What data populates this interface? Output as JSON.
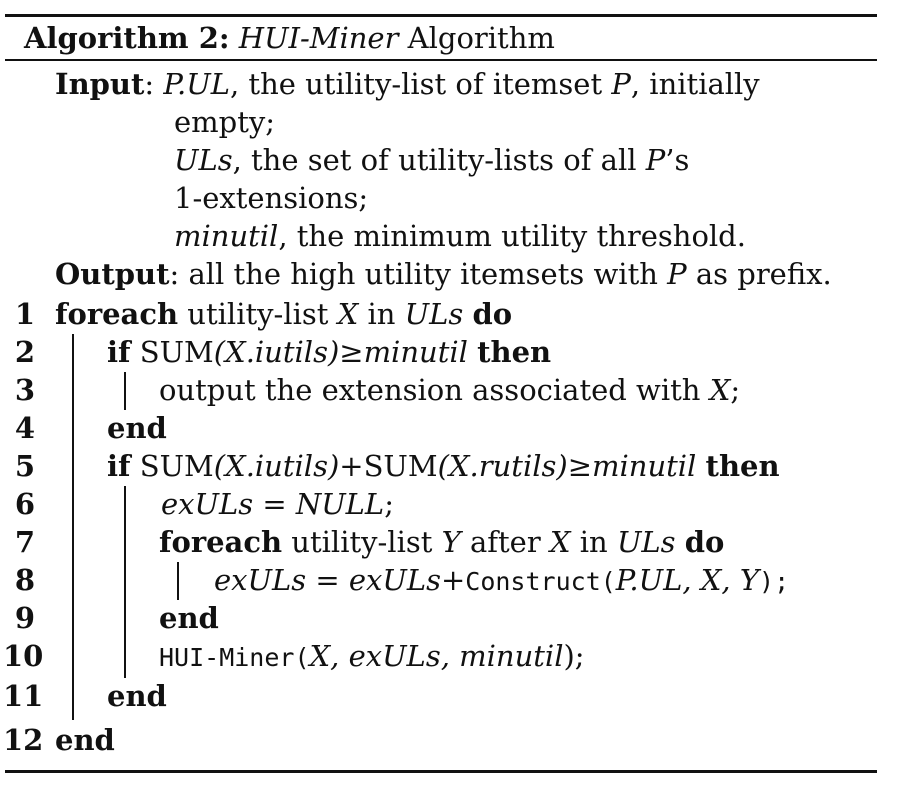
{
  "algorithm": {
    "label": "Algorithm 2:",
    "name": "HUI-Miner",
    "title_suffix": "Algorithm"
  },
  "input": {
    "label": "Input",
    "lines": [
      {
        "pre": ": ",
        "var": "P.UL",
        "post": ", the utility-list of itemset ",
        "var2": "P",
        "post2": ", initially"
      },
      {
        "text": "empty;"
      },
      {
        "var": "ULs",
        "post": ", the set of utility-lists of all ",
        "var2": "P",
        "post2": "’s"
      },
      {
        "text": "1-extensions;"
      },
      {
        "var": "minutil",
        "post": ", the minimum utility threshold."
      }
    ]
  },
  "output": {
    "label": "Output",
    "text_a": ": all the high utility itemsets with ",
    "var": "P",
    "text_b": " as prefix."
  },
  "lines": [
    {
      "n": "1",
      "kw1": "foreach",
      "t1": " utility-list ",
      "v1": "X",
      "t2": " in ",
      "v2": "ULs",
      "t3": " ",
      "kw2": "do"
    },
    {
      "n": "2",
      "kw1": "if",
      "t1": " SUM",
      "v1": "(X.iutils)≥minutil",
      "t2": " ",
      "kw2": "then"
    },
    {
      "n": "3",
      "t1": "output the extension associated with ",
      "v1": "X",
      "t2": ";"
    },
    {
      "n": "4",
      "kw1": "end"
    },
    {
      "n": "5",
      "kw1": "if",
      "t1": " SUM",
      "v1": "(X.iutils)",
      "t2": "+SUM",
      "v2": "(X.rutils)≥minutil",
      "t3": " ",
      "kw2": "then"
    },
    {
      "n": "6",
      "v1": "exULs",
      "t1": " = ",
      "v2": "NULL",
      "t2": ";"
    },
    {
      "n": "7",
      "kw1": "foreach",
      "t1": " utility-list ",
      "v1": "Y",
      "t2": " after ",
      "v2": "X",
      "t3": " in ",
      "v3": "ULs",
      "t4": " ",
      "kw2": "do"
    },
    {
      "n": "8",
      "v1": "exULs",
      "t1": " = ",
      "v2": "exULs",
      "t2": "+",
      "code": "Construct(",
      "v3": "P.UL, X, Y",
      "code2": ");"
    },
    {
      "n": "9",
      "kw1": "end"
    },
    {
      "n": "10",
      "code": "HUI-Miner(",
      "v1": "X, exULs, minutil",
      "t1": ");"
    },
    {
      "n": "11",
      "kw1": "end"
    },
    {
      "n": "12",
      "kw1": "end"
    }
  ]
}
